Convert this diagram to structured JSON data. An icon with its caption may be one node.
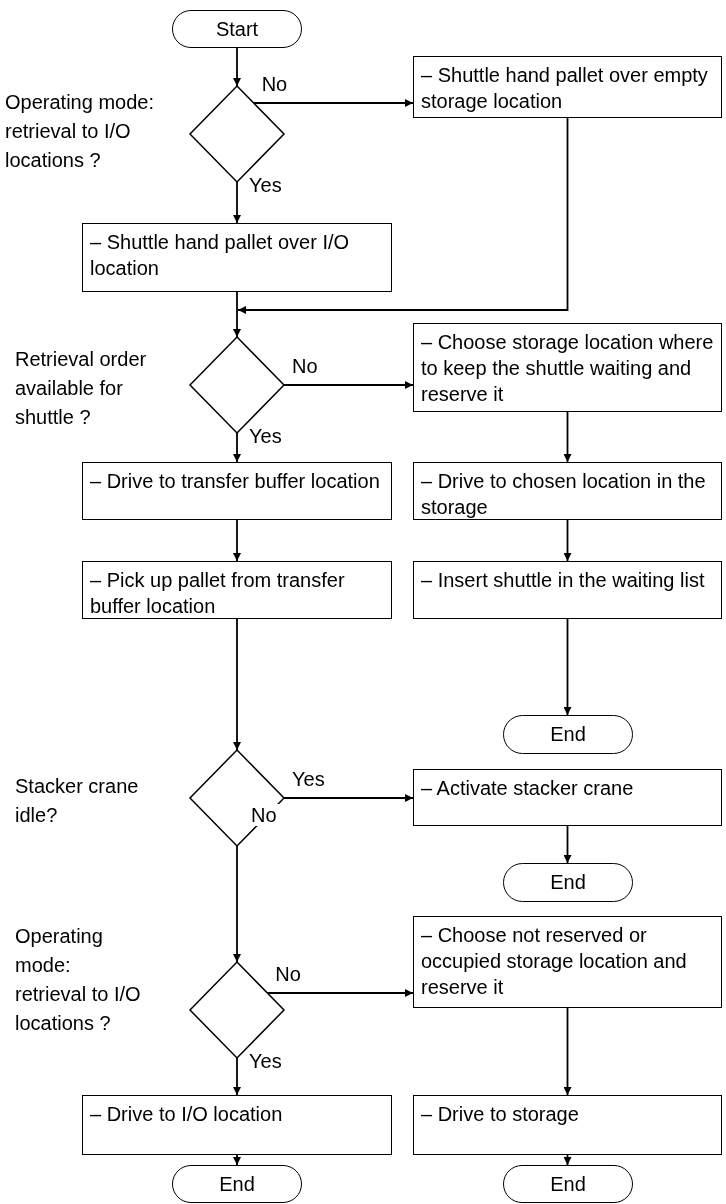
{
  "diagram": {
    "nodes": [
      {
        "text": [
          "Start"
        ]
      },
      {
        "text": [
          "Operating mode: retrieval to I/O locations ?"
        ]
      },
      {
        "text": [
          "– Shuttle hand pallet over empty storage location"
        ]
      },
      {
        "text": [
          "– Shuttle hand pallet over I/O location"
        ]
      },
      {
        "text": [
          "Retrieval order available for shuttle ?"
        ]
      },
      {
        "text": [
          "– Choose storage location where to keep the shuttle waiting and reserve it"
        ]
      },
      {
        "text": [
          "– Drive to transfer buffer location"
        ]
      },
      {
        "text": [
          "– Drive to chosen location in the storage"
        ]
      },
      {
        "text": [
          "– Pick up pallet from transfer buffer location"
        ]
      },
      {
        "text": [
          "– Insert shuttle in the waiting list"
        ]
      },
      {
        "text": [
          "End"
        ]
      },
      {
        "text": [
          "Stacker crane idle?"
        ]
      },
      {
        "text": [
          "– Activate stacker crane"
        ]
      },
      {
        "text": [
          "End"
        ]
      },
      {
        "text": [
          "Operating mode: retrieval to I/O locations ?"
        ]
      },
      {
        "text": [
          "– Choose not reserved or occupied storage location and reserve it"
        ]
      },
      {
        "text": [
          "– Drive to I/O location"
        ]
      },
      {
        "text": [
          "– Drive to storage"
        ]
      },
      {
        "text": [
          "End"
        ]
      },
      {
        "text": [
          "End"
        ]
      }
    ],
    "edges": [
      {
        "from": 0,
        "to": 1,
        "arrow": "to"
      },
      {
        "from": 1,
        "to": 2,
        "arrow": "to",
        "label": "No"
      },
      {
        "from": 1,
        "to": 3,
        "arrow": "to",
        "label": "Yes"
      },
      {
        "from": 3,
        "to": 4,
        "arrow": "to"
      },
      {
        "from": 2,
        "to": 4,
        "arrow": "to"
      },
      {
        "from": 4,
        "to": 5,
        "arrow": "to",
        "label": "No"
      },
      {
        "from": 4,
        "to": 6,
        "arrow": "to",
        "label": "Yes"
      },
      {
        "from": 5,
        "to": 7,
        "arrow": "to"
      },
      {
        "from": 6,
        "to": 8,
        "arrow": "to"
      },
      {
        "from": 7,
        "to": 9,
        "arrow": "to"
      },
      {
        "from": 9,
        "to": 10,
        "arrow": "to"
      },
      {
        "from": 8,
        "to": 11,
        "arrow": "to"
      },
      {
        "from": 11,
        "to": 12,
        "arrow": "to",
        "label": "Yes"
      },
      {
        "from": 11,
        "to": 14,
        "arrow": "to",
        "label": "No"
      },
      {
        "from": 12,
        "to": 13,
        "arrow": "to"
      },
      {
        "from": 14,
        "to": 15,
        "arrow": "to",
        "label": "No"
      },
      {
        "from": 14,
        "to": 16,
        "arrow": "to",
        "label": "Yes"
      },
      {
        "from": 15,
        "to": 17,
        "arrow": "to"
      },
      {
        "from": 16,
        "to": 18,
        "arrow": "to"
      },
      {
        "from": 17,
        "to": 19,
        "arrow": "to"
      }
    ]
  }
}
